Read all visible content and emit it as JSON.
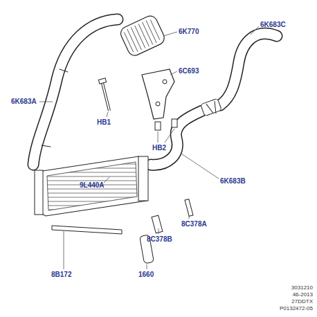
{
  "diagram": {
    "labels": [
      "6K683A",
      "6K770",
      "HB1",
      "6C693",
      "6K683C",
      "HB2",
      "6K683B",
      "9L440A",
      "8C378B",
      "8C378A",
      "8B172",
      "1660",
      "3031210",
      "46-2013",
      "27DDTX",
      "P0132472-05"
    ]
  }
}
